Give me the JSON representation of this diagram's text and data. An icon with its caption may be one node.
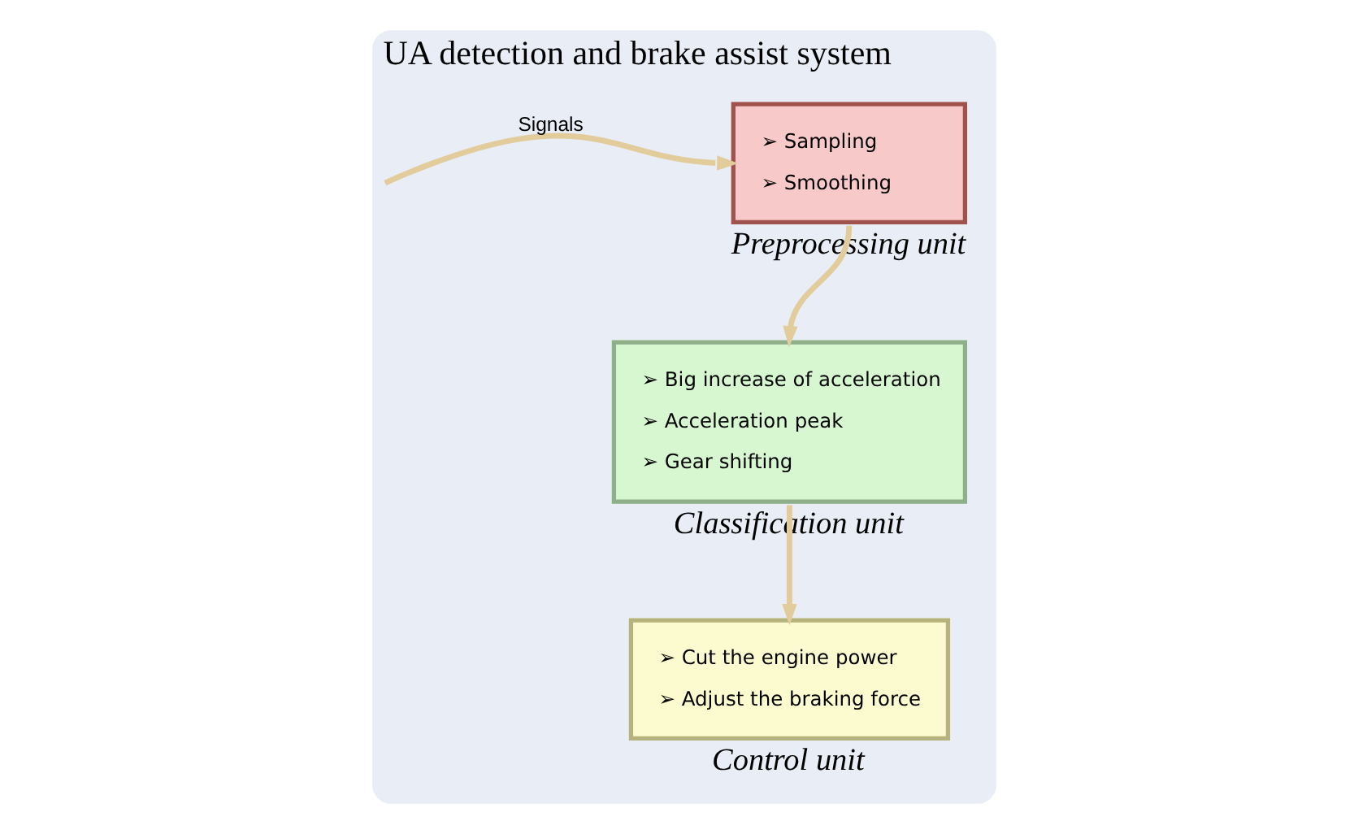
{
  "diagram": {
    "nodes": [
      {
        "text": [
          "UA detection and brake assist system"
        ]
      },
      {
        "text": [
          "➢ Sampling",
          "➢ Smoothing",
          "Preprocessing unit"
        ],
        "in": 0
      },
      {
        "text": [
          "➢ Big increase of acceleration",
          "➢ Acceleration peak",
          "➢ Gear shifting",
          "Classification unit"
        ],
        "in": 0
      },
      {
        "text": [
          "➢ Cut the engine power",
          "➢ Adjust the braking force",
          "Control unit"
        ],
        "in": 0
      }
    ],
    "edges": [
      {
        "from": null,
        "to": 1,
        "arrow": "to",
        "label": "Signals"
      },
      {
        "from": 1,
        "to": 2,
        "arrow": "to"
      },
      {
        "from": 2,
        "to": 3,
        "arrow": "to"
      }
    ]
  }
}
